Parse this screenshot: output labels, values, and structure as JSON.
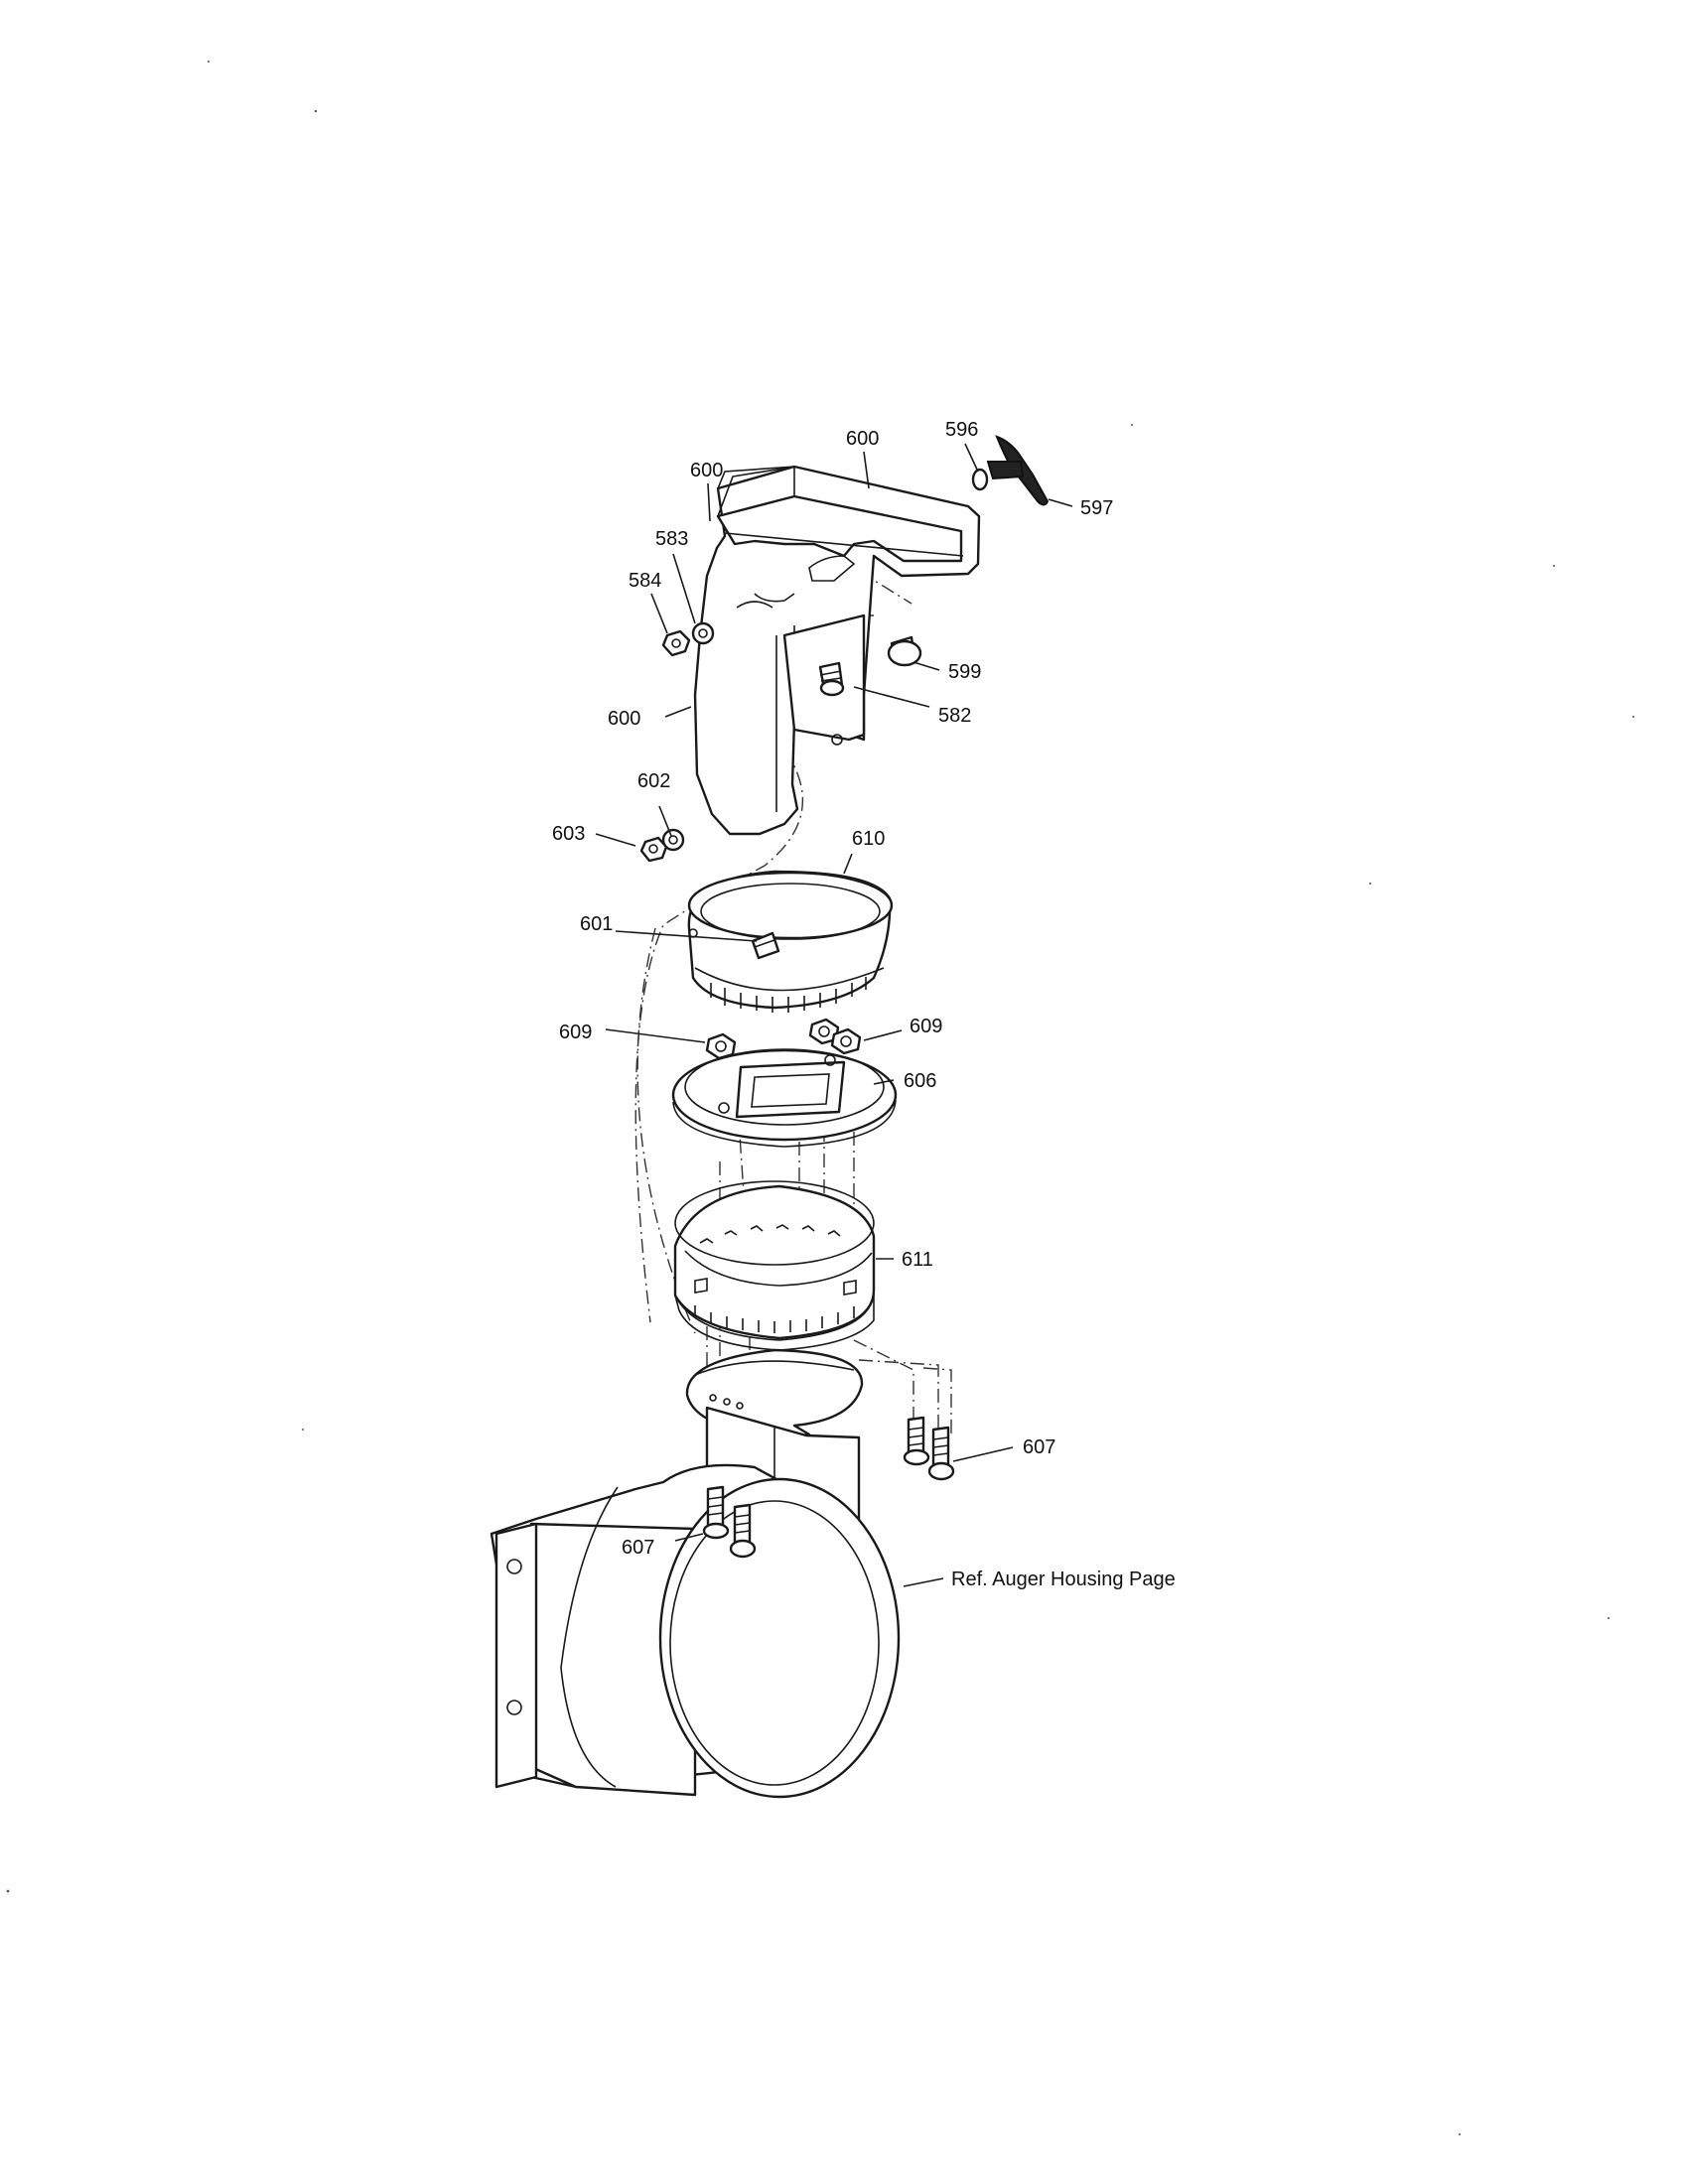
{
  "labels": {
    "l596": "596",
    "l600_top": "600",
    "l600_left": "600",
    "l597": "597",
    "l583": "583",
    "l584": "584",
    "l599": "599",
    "l582": "582",
    "l600_side": "600",
    "l602": "602",
    "l603": "603",
    "l610": "610",
    "l601": "601",
    "l609_left": "609",
    "l609_right": "609",
    "l606": "606",
    "l611": "611",
    "l607_right": "607",
    "l607_left": "607",
    "ref": "Ref. Auger Housing Page"
  }
}
